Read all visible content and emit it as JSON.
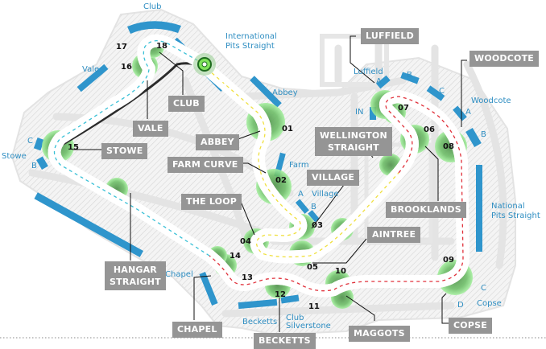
{
  "colors": {
    "track": "#2b2b2b",
    "track_edge": "#ffffff",
    "stand_blue": "#2f95cc",
    "label_blue": "#2f8ec2",
    "callout_bg": "#959595",
    "runoff_green": "#7ee07a",
    "corner_green_dark": "#5a9a55",
    "infield": "#eeeeee",
    "hatch": "#d8d8d8",
    "dash_cyan": "#39c0d6",
    "dash_yellow": "#f0e040",
    "dash_red": "#e0303a"
  },
  "corners": [
    {
      "num": "01"
    },
    {
      "num": "02"
    },
    {
      "num": "03"
    },
    {
      "num": "04"
    },
    {
      "num": "05"
    },
    {
      "num": "06"
    },
    {
      "num": "07"
    },
    {
      "num": "08"
    },
    {
      "num": "09"
    },
    {
      "num": "10"
    },
    {
      "num": "11"
    },
    {
      "num": "12"
    },
    {
      "num": "13"
    },
    {
      "num": "14"
    },
    {
      "num": "15"
    },
    {
      "num": "16"
    },
    {
      "num": "17"
    },
    {
      "num": "18"
    }
  ],
  "callouts": {
    "luffield": "LUFFIELD",
    "woodcote": "WOODCOTE",
    "club": "CLUB",
    "vale": "VALE",
    "stowe": "STOWE",
    "abbey": "ABBEY",
    "farm_curve": "FARM CURVE",
    "wellington_1": "WELLINGTON",
    "wellington_2": "STRAIGHT",
    "village": "VILLAGE",
    "the_loop": "THE LOOP",
    "brooklands": "BROOKLANDS",
    "aintree": "AINTREE",
    "hangar_1": "HANGAR",
    "hangar_2": "STRAIGHT",
    "chapel": "CHAPEL",
    "becketts": "BECKETTS",
    "maggots": "MAGGOTS",
    "copse": "COPSE"
  },
  "stands": {
    "club": "Club",
    "intl_pits_1": "International",
    "intl_pits_2": "Pits Straight",
    "abbey": "Abbey",
    "vale": "Vale",
    "stowe": "Stowe",
    "stowe_c": "C",
    "stowe_b": "B",
    "farm": "Farm",
    "village_a": "A",
    "village": "Village",
    "village_b": "B",
    "luffield": "Luffield",
    "luffield_a": "A",
    "luffield_b": "B",
    "luffield_c": "C",
    "luffield_in": "IN",
    "woodcote": "Woodcote",
    "woodcote_a": "A",
    "woodcote_b": "B",
    "national_pits_1": "National",
    "national_pits_2": "Pits Straight",
    "chapel": "Chapel",
    "becketts": "Becketts",
    "club_silverstone_1": "Club",
    "club_silverstone_2": "Silverstone",
    "copse": "Copse",
    "copse_c": "C",
    "copse_d": "D"
  }
}
